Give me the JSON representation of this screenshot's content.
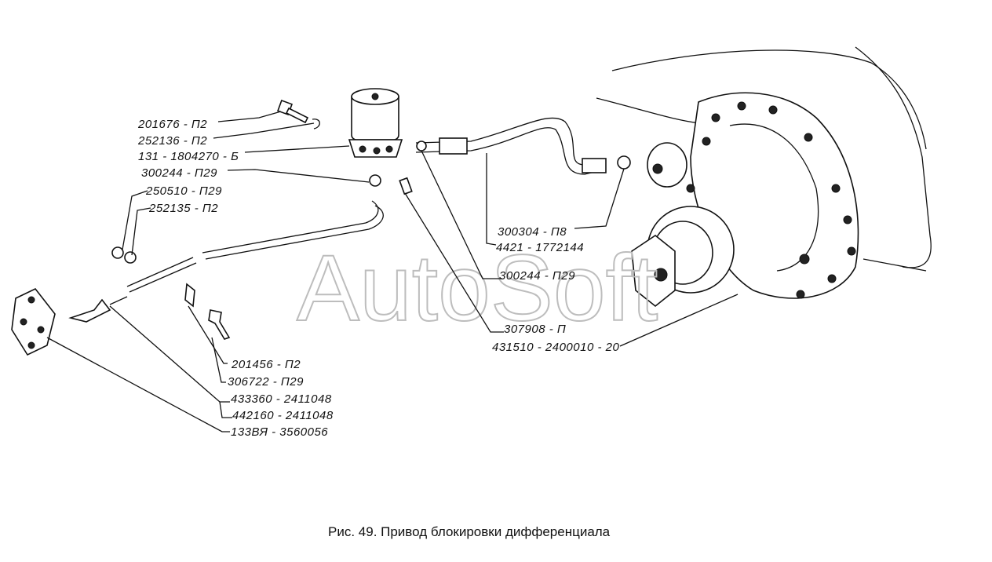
{
  "caption": "Рис. 49. Привод блокировки дифференциала",
  "watermark": "AutoSoft",
  "labels": {
    "l201676": "201676 - П2",
    "l252136": "252136 - П2",
    "l131": "131 - 1804270 - Б",
    "l300244a": "300244 - П29",
    "l250510": "250510 - П29",
    "l252135": "252135 - П2",
    "l300304": "300304 - П8",
    "l4421": "4421 - 1772144",
    "l300244b": "300244 - П29",
    "l307908": "307908 - П",
    "l431510": "431510 - 2400010 - 20",
    "l201456": "201456 - П2",
    "l306722": "306722 - П29",
    "l433360": "433360 - 2411048",
    "l442160": "442160 - 2411048",
    "l133": "133ВЯ - 3560056"
  }
}
